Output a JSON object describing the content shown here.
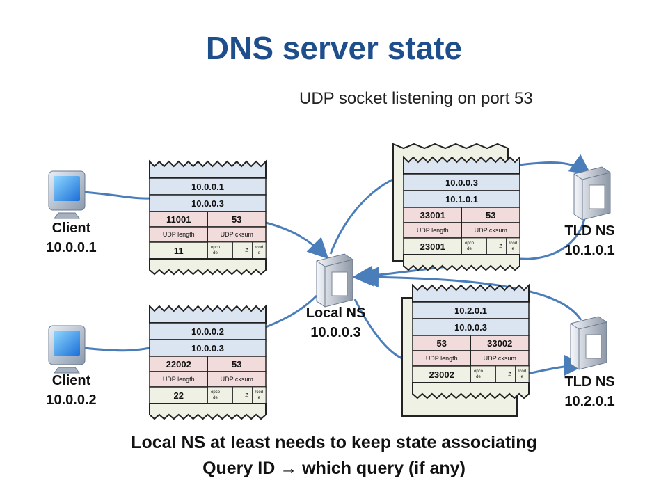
{
  "title": "DNS server state",
  "subtitle": "UDP socket listening on port 53",
  "nodes": {
    "client1": {
      "name": "Client",
      "ip": "10.0.0.1"
    },
    "client2": {
      "name": "Client",
      "ip": "10.0.0.2"
    },
    "local_ns": {
      "name": "Local NS",
      "ip": "10.0.0.3"
    },
    "tld1": {
      "name": "TLD NS",
      "ip": "10.1.0.1"
    },
    "tld2": {
      "name": "TLD NS",
      "ip": "10.2.0.1"
    }
  },
  "field_labels": {
    "udp_length": "UDP length",
    "udp_cksum": "UDP cksum",
    "opcode": "opco de",
    "z": "Z",
    "rcode": "rcod e"
  },
  "packets": {
    "p1": {
      "src_ip": "10.0.0.1",
      "dst_ip": "10.0.0.3",
      "src_port": "11001",
      "dst_port": "53",
      "qid": "11"
    },
    "p2": {
      "src_ip": "10.0.0.2",
      "dst_ip": "10.0.0.3",
      "src_port": "22002",
      "dst_port": "53",
      "qid": "22"
    },
    "p3": {
      "src_ip": "10.0.0.3",
      "dst_ip": "10.1.0.1",
      "src_port": "33001",
      "dst_port": "53",
      "qid": "23001"
    },
    "p4": {
      "src_ip": "10.2.0.1",
      "dst_ip": "10.0.0.3",
      "src_port": "53",
      "dst_port": "33002",
      "qid": "23002"
    }
  },
  "bottom_text": {
    "line1": "Local NS at least needs to keep state associating",
    "line2": "Query ID → which query (if any)"
  }
}
